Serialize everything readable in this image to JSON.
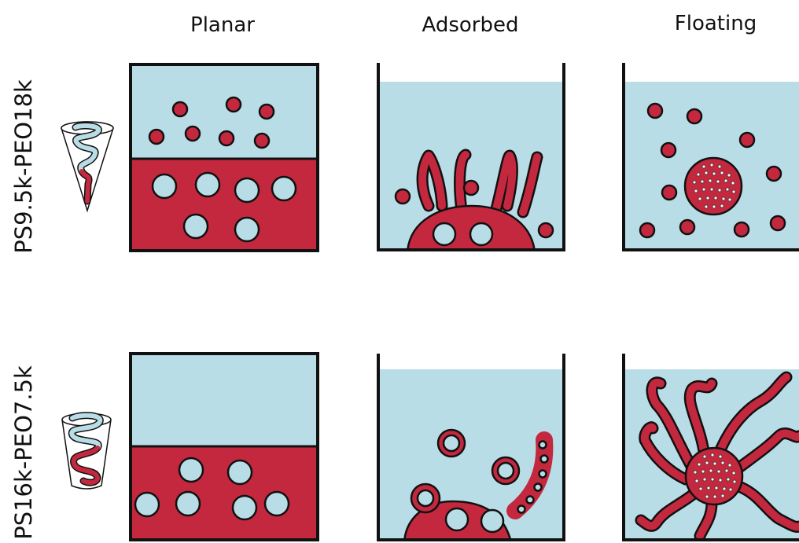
{
  "columns": [
    "Planar",
    "Adsorbed",
    "Floating"
  ],
  "rows": [
    "PS9.5k-PEO18k",
    "PS16k-PEO7.5k"
  ],
  "colors": {
    "water": "#b9dde6",
    "polymer": "#c3283f",
    "outline": "#111111",
    "inner_dots": "#ffffff"
  },
  "icons": {
    "row1": "cone-molecule-icon",
    "row2": "truncated-cone-molecule-icon"
  }
}
